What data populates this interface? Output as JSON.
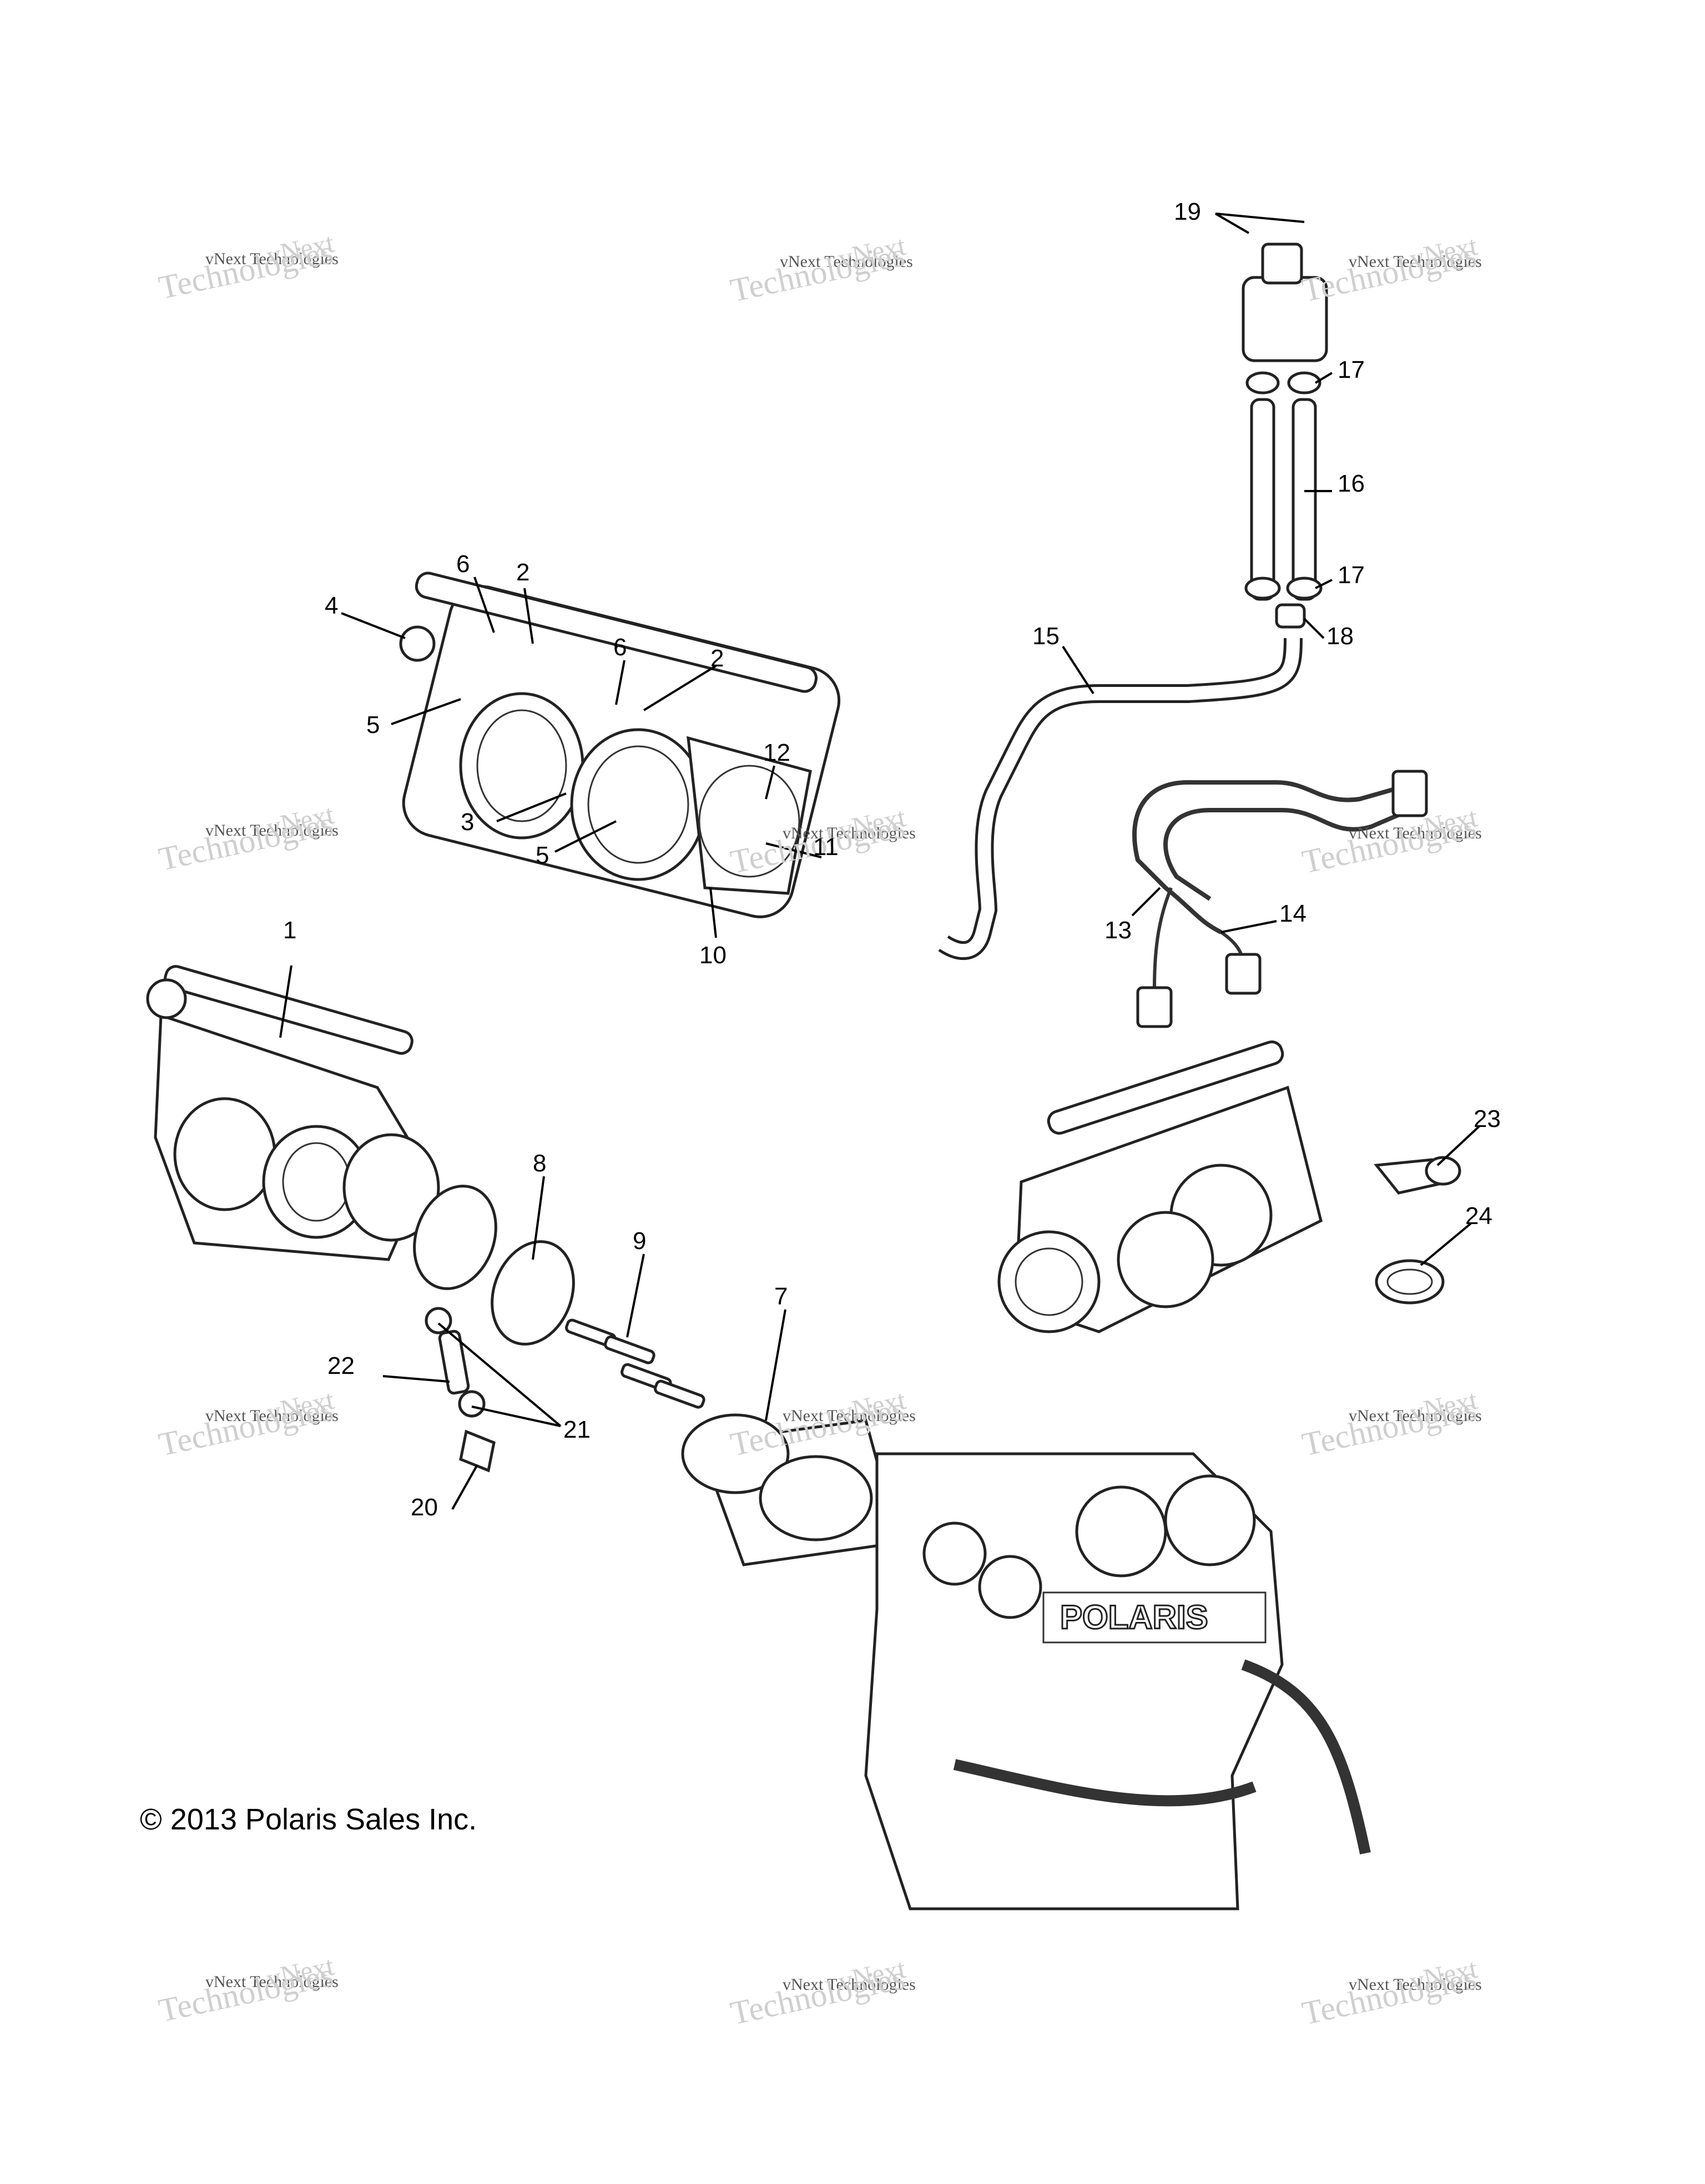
{
  "copyright": "© 2013 Polaris Sales Inc.",
  "watermark": {
    "line1": "vNext Technologies",
    "line2": "vNext",
    "line3": "Technologies"
  },
  "callouts": [
    "1",
    "2",
    "2",
    "3",
    "4",
    "5",
    "5",
    "6",
    "6",
    "7",
    "8",
    "9",
    "10",
    "11",
    "12",
    "13",
    "14",
    "15",
    "16",
    "17",
    "17",
    "18",
    "19",
    "20",
    "21",
    "22",
    "23",
    "24"
  ],
  "colors": {
    "ink": "#000000",
    "watermark": "#c4c4c4"
  }
}
